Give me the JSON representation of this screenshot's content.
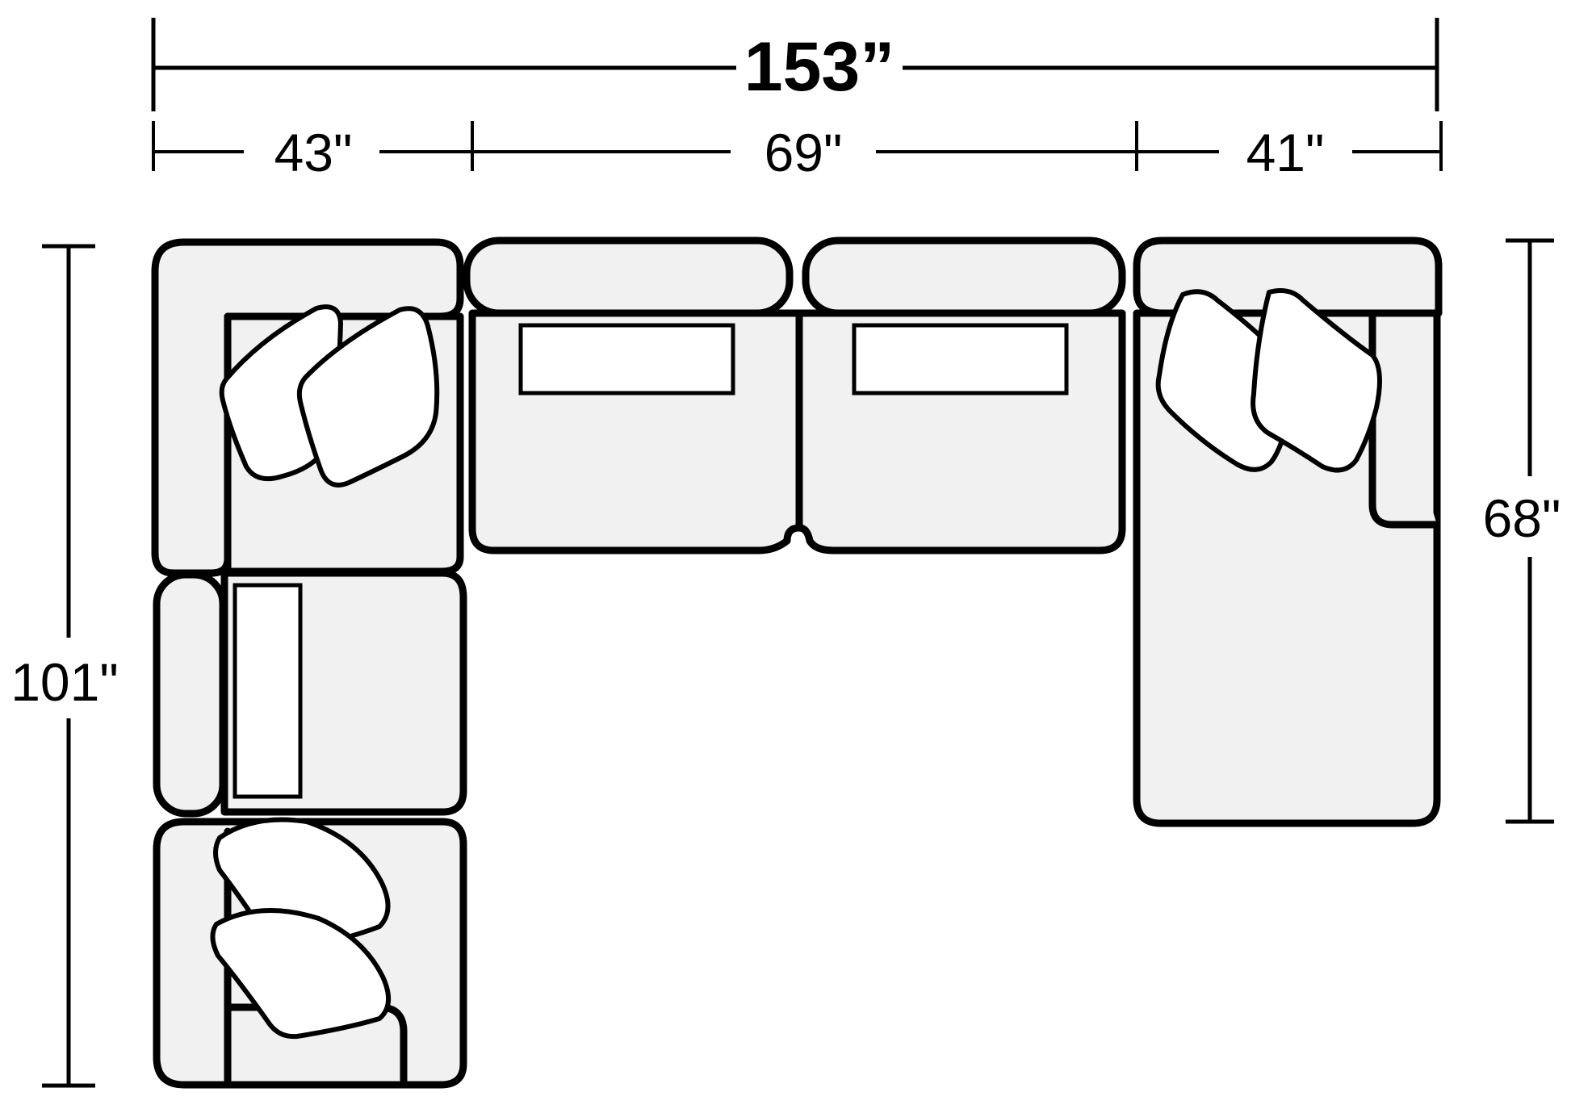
{
  "dimensions": {
    "overall_width": "153”",
    "left_section_width": "43\"",
    "middle_section_width": "69\"",
    "right_section_width": "41\"",
    "left_depth": "101\"",
    "right_depth": "68\""
  },
  "colors": {
    "outline": "#000000",
    "upholstery": "#f1f1f1",
    "cushion": "#ffffff",
    "background": "#ffffff"
  }
}
